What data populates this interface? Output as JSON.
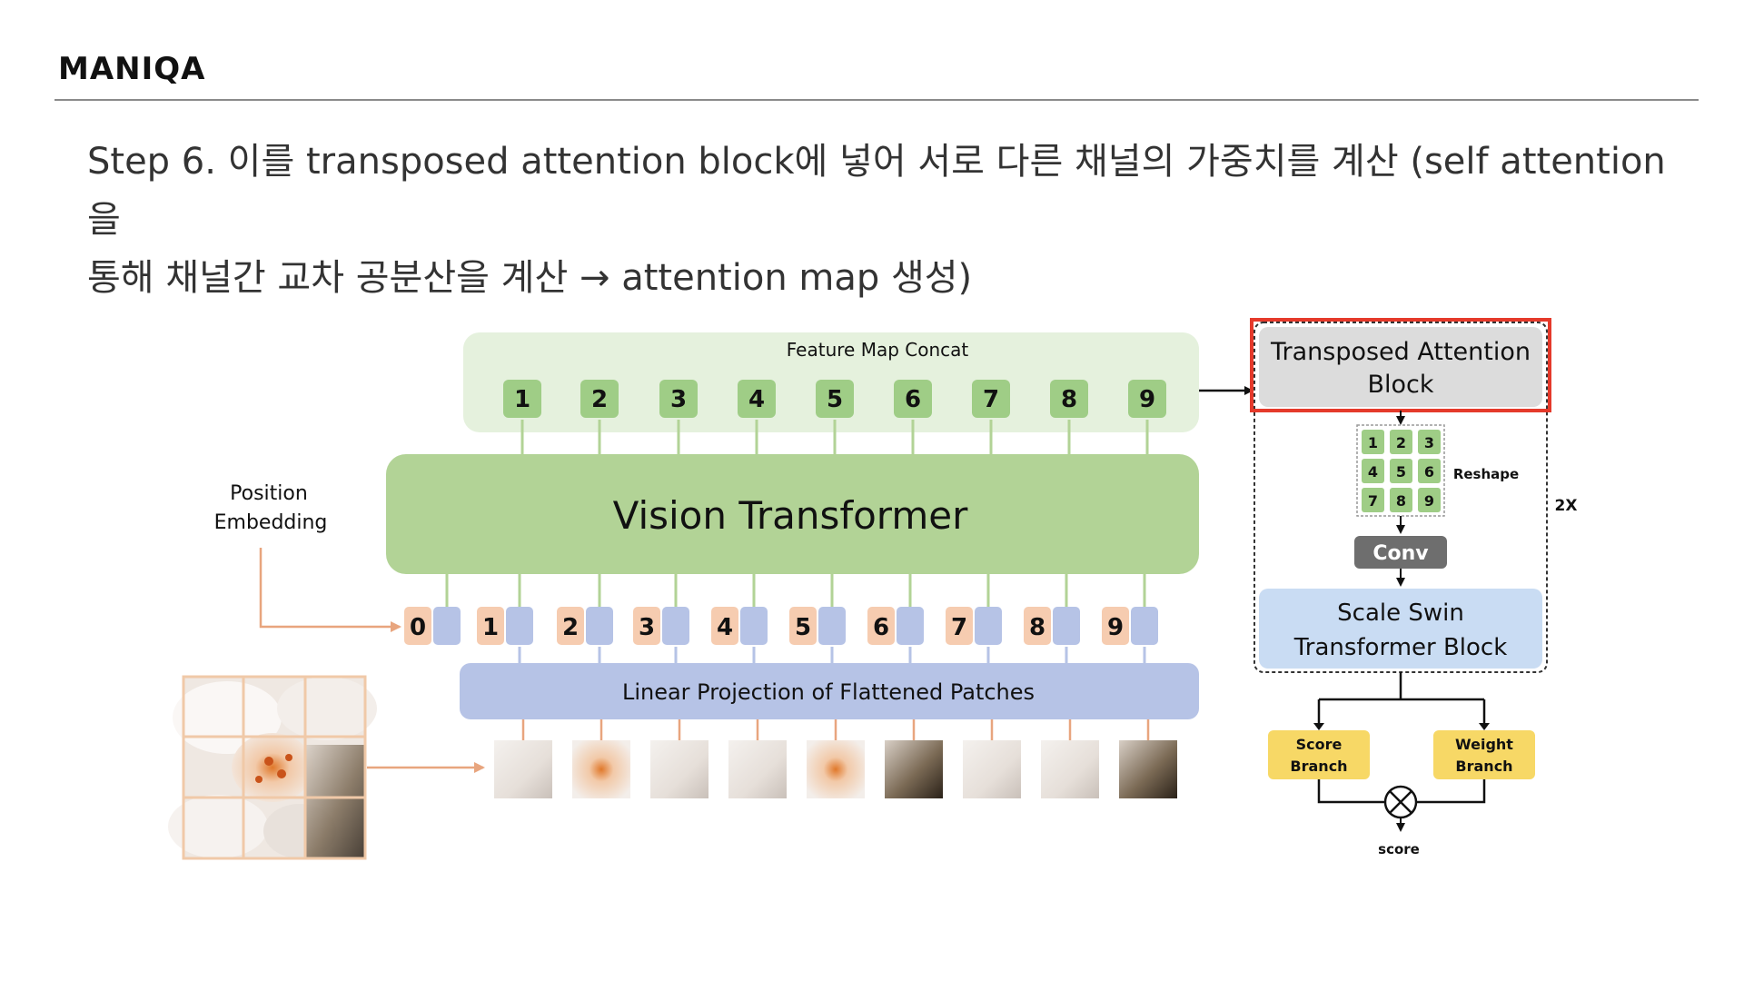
{
  "header": {
    "title": "MANIQA"
  },
  "caption": {
    "line1": "Step 6. 이를 transposed attention block에 넣어 서로 다른 채널의 가중치를 계산 (self attention을",
    "line2": "통해 채널간 교차 공분산을 계산 → attention map 생성)"
  },
  "diagram": {
    "feature_map_concat": "Feature Map Concat",
    "feature_tokens": [
      "1",
      "2",
      "3",
      "4",
      "5",
      "6",
      "7",
      "8",
      "9"
    ],
    "vision_transformer": "Vision Transformer",
    "position_embedding": [
      "Position",
      "Embedding"
    ],
    "position_tokens": [
      "0",
      "1",
      "2",
      "3",
      "4",
      "5",
      "6",
      "7",
      "8",
      "9"
    ],
    "linear_projection": "Linear Projection of Flattened Patches",
    "transposed_attention": [
      "Transposed Attention",
      "Block"
    ],
    "reshape_grid": [
      "1",
      "2",
      "3",
      "4",
      "5",
      "6",
      "7",
      "8",
      "9"
    ],
    "reshape_label": "Reshape",
    "repeat_label": "2X",
    "conv": "Conv",
    "scale_swin": [
      "Scale Swin",
      "Transformer Block"
    ],
    "score_branch": [
      "Score",
      "Branch"
    ],
    "weight_branch": [
      "Weight",
      "Branch"
    ],
    "score": "score"
  },
  "colors": {
    "green_token": "#9fcd86",
    "green_block": "#b2d396",
    "green_panel": "#e5f1dd",
    "orange_token": "#f6ccb0",
    "blue_token": "#b6c3e6",
    "blue_block": "#b6c3e6",
    "light_blue_block": "#c9dcf3",
    "grey_block": "#dcdcdc",
    "conv_grey": "#6e6e6e",
    "yellow_branch": "#f7d866",
    "highlight_red": "#e53a2b",
    "arrow_orange": "#e8a57e"
  }
}
